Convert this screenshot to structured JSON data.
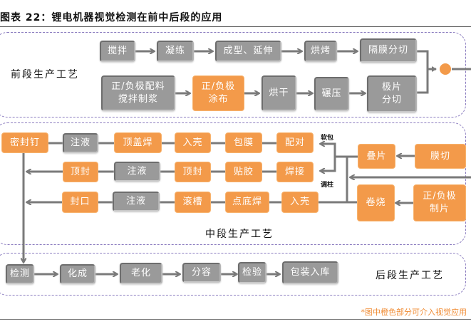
{
  "title": "图表 22：锂电机器视觉检测在前中后段的应用",
  "colors": {
    "orange": "#f39a4a",
    "gray": "#9a9a9a",
    "border_dash": "#8a7bbf",
    "note": "#f08a30"
  },
  "front": {
    "label": "前段生产工艺",
    "row1": [
      "搅拌",
      "凝练",
      "成型、延伸",
      "烘烤",
      "隔膜分切"
    ],
    "row2": [
      "正/负极配料\n搅拌制浆",
      "正/负极\n涂布",
      "烘干",
      "碾压",
      "极片\n分切"
    ]
  },
  "middle": {
    "label": "中段生产工艺",
    "row1": [
      "密封钉",
      "注液",
      "顶盖焊",
      "入壳",
      "包膜",
      "配对"
    ],
    "row2": [
      "顶封",
      "注液",
      "顶封",
      "贴胶",
      "焊接"
    ],
    "row3": [
      "封口",
      "注液",
      "滚槽",
      "点底焊",
      "入壳"
    ],
    "right": [
      "叠片",
      "膜切",
      "卷烧",
      "正/负极\n制片"
    ],
    "branch_labels": [
      "软包",
      "调柱"
    ]
  },
  "back": {
    "label": "后段生产工艺",
    "steps": [
      "检测",
      "化成",
      "老化",
      "分容",
      "检验",
      "包装入库"
    ]
  },
  "note": "*图中橙色部分可介入视觉应用"
}
